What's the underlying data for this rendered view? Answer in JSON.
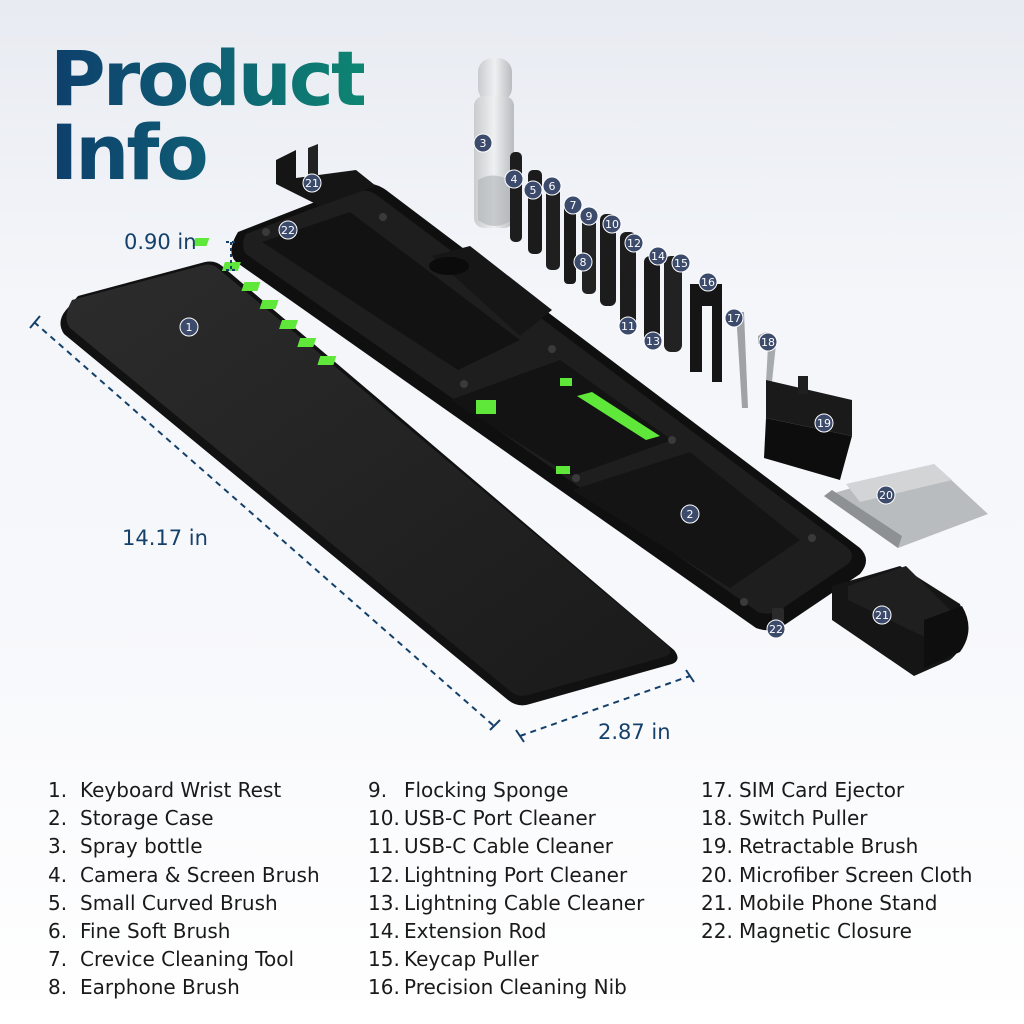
{
  "title": {
    "line1": "Product",
    "line2": "Info"
  },
  "dimensions": {
    "height": "0.90 in",
    "length": "14.17 in",
    "width": "2.87 in"
  },
  "callouts": [
    "1",
    "2",
    "3",
    "4",
    "5",
    "6",
    "7",
    "8",
    "9",
    "10",
    "11",
    "12",
    "13",
    "14",
    "15",
    "16",
    "17",
    "18",
    "19",
    "20",
    "21",
    "22"
  ],
  "colors": {
    "title_start": "#0d3f6b",
    "title_end": "#0e8672",
    "accent_green": "#5fe83a",
    "dimension_text": "#14406a",
    "case": "#141414"
  },
  "parts": [
    {
      "num": "1.",
      "name": "Keyboard Wrist Rest"
    },
    {
      "num": "2.",
      "name": "Storage Case"
    },
    {
      "num": "3.",
      "name": "Spray bottle"
    },
    {
      "num": "4.",
      "name": "Camera & Screen Brush"
    },
    {
      "num": "5.",
      "name": "Small Curved Brush"
    },
    {
      "num": "6.",
      "name": "Fine Soft Brush"
    },
    {
      "num": "7.",
      "name": "Crevice Cleaning Tool"
    },
    {
      "num": "8.",
      "name": "Earphone Brush"
    },
    {
      "num": "9.",
      "name": "Flocking Sponge"
    },
    {
      "num": "10.",
      "name": "USB-C Port Cleaner"
    },
    {
      "num": "11.",
      "name": "USB-C Cable Cleaner"
    },
    {
      "num": "12.",
      "name": "Lightning Port Cleaner"
    },
    {
      "num": "13.",
      "name": "Lightning Cable Cleaner"
    },
    {
      "num": "14.",
      "name": "Extension Rod"
    },
    {
      "num": "15.",
      "name": "Keycap Puller"
    },
    {
      "num": "16.",
      "name": "Precision Cleaning Nib"
    },
    {
      "num": "17.",
      "name": "SIM Card Ejector"
    },
    {
      "num": "18.",
      "name": "Switch Puller"
    },
    {
      "num": "19.",
      "name": "Retractable Brush"
    },
    {
      "num": "20.",
      "name": "Microfiber Screen Cloth"
    },
    {
      "num": "21.",
      "name": "Mobile Phone Stand"
    },
    {
      "num": "22.",
      "name": "Magnetic Closure"
    }
  ]
}
